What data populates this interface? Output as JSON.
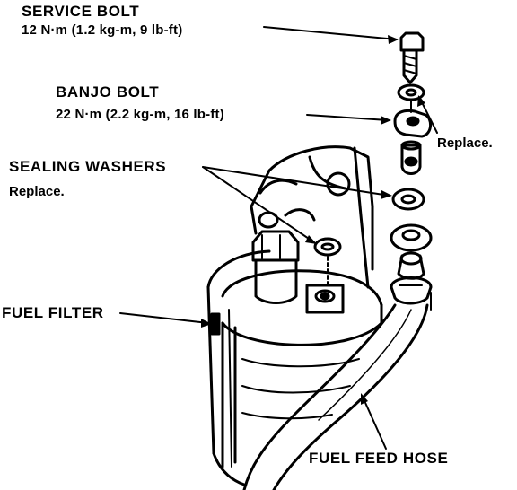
{
  "labels": {
    "service_bolt": "SERVICE BOLT",
    "service_bolt_torque": "12 N·m (1.2 kg-m, 9 lb-ft)",
    "banjo_bolt": "BANJO BOLT",
    "banjo_bolt_torque": "22 N·m (2.2 kg-m, 16 lb-ft)",
    "replace_right": "Replace.",
    "sealing_washers": "SEALING WASHERS",
    "replace_left": "Replace.",
    "fuel_filter": "FUEL FILTER",
    "fuel_feed_hose": "FUEL FEED HOSE"
  },
  "colors": {
    "ink": "#000000",
    "paper": "#ffffff"
  }
}
